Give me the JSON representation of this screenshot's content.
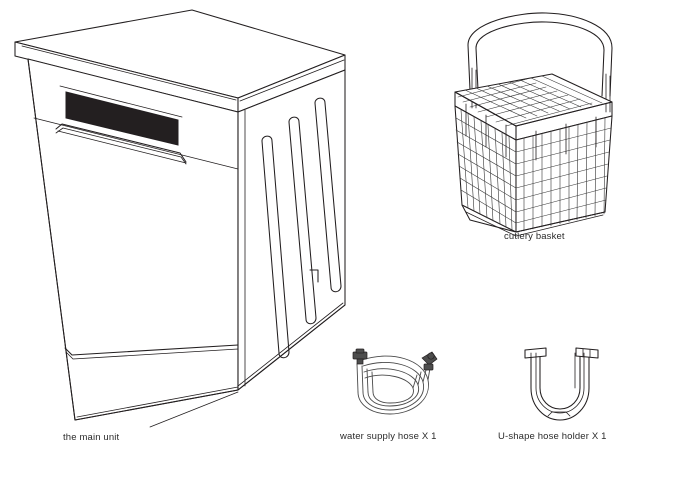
{
  "document": {
    "type": "parts-illustration",
    "title": "Dishwasher accessories / parts list illustration",
    "background_color": "#ffffff",
    "line_color": "#231f20",
    "text_color": "#2b2b2b"
  },
  "parts": [
    {
      "id": "main-unit",
      "caption": "the main unit",
      "icon": "dishwasher-icon",
      "details": {
        "control_panel": "dark rounded rectangle on upper front",
        "control_panel_color": "#231f20",
        "handle": "recessed horizontal bar below control panel",
        "side_vents": 3,
        "top": "thick overhanging slab"
      }
    },
    {
      "id": "cutlery-basket",
      "caption": "cutlery basket",
      "icon": "cutlery-basket-icon",
      "details": {
        "handle": "arched carry handle",
        "mesh": "fine square grid on body and lid"
      }
    },
    {
      "id": "water-supply-hose",
      "caption": "water supply hose X 1",
      "icon": "water-hose-icon",
      "quantity": 1,
      "details": {
        "form": "coiled hose",
        "fittings": 2,
        "fitting_left": "straight connector",
        "fitting_right": "elbow connector"
      }
    },
    {
      "id": "u-shape-hose-holder",
      "caption": "U-shape hose holder X 1",
      "icon": "u-hose-holder-icon",
      "quantity": 1,
      "details": {
        "form": "U-shaped bracket"
      }
    }
  ]
}
